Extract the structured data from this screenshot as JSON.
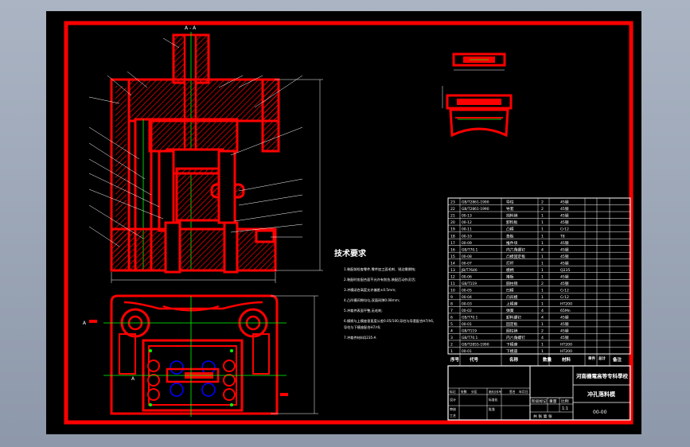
{
  "section_label": "A - A",
  "view_markers": [
    "A",
    "A"
  ],
  "tech_title": "技术要求",
  "tech_notes": [
    "1.装配前检查零件,零件加工面毛刺、锐边需倒钝;",
    "2.装配时各配合面不允许有划伤,装配后动作灵活;",
    "3.冲模闭合高度允许偏差±0.5mm;",
    "4.凸凹模间隙均匀,双面间隙0.08mm;",
    "5.冲裁件表面平整,无毛刺;",
    "6.模柄与上模座垂直度公差0.05/100,导柱与导套配合H7/h6,",
    "   导柱与下模座配合H7/r6;",
    "7.冲裁件材料Q235-A"
  ],
  "bom_rows": [
    {
      "no": "23",
      "code": "GB/T2861-1990",
      "name": "导柱",
      "qty": "2",
      "material": "45钢"
    },
    {
      "no": "22",
      "code": "GB/T2861-1990",
      "name": "导套",
      "qty": "2",
      "material": "45钢"
    },
    {
      "no": "21",
      "code": "00-13",
      "name": "挡料销",
      "qty": "1",
      "material": "45钢"
    },
    {
      "no": "20",
      "code": "00-12",
      "name": "卸料板",
      "qty": "1",
      "material": "45钢"
    },
    {
      "no": "19",
      "code": "00-11",
      "name": "凸模",
      "qty": "1",
      "material": "Cr12"
    },
    {
      "no": "18",
      "code": "00-10",
      "name": "垫板",
      "qty": "1",
      "material": "T8"
    },
    {
      "no": "17",
      "code": "00-09",
      "name": "推件块",
      "qty": "1",
      "material": "45钢"
    },
    {
      "no": "16",
      "code": "GB/T70.1",
      "name": "内六角螺钉",
      "qty": "4",
      "material": "45钢"
    },
    {
      "no": "15",
      "code": "00-08",
      "name": "凸模固定板",
      "qty": "1",
      "material": "45钢"
    },
    {
      "no": "14",
      "code": "00-07",
      "name": "打杆",
      "qty": "1",
      "material": "45钢"
    },
    {
      "no": "13",
      "code": "JB/T7646",
      "name": "模柄",
      "qty": "1",
      "material": "Q235"
    },
    {
      "no": "12",
      "code": "00-06",
      "name": "推板",
      "qty": "1",
      "material": "45钢"
    },
    {
      "no": "11",
      "code": "GB/T119",
      "name": "圆柱销",
      "qty": "2",
      "material": "45钢"
    },
    {
      "no": "10",
      "code": "00-05",
      "name": "凹模",
      "qty": "1",
      "material": "Cr12"
    },
    {
      "no": "9",
      "code": "00-04",
      "name": "凸凹模",
      "qty": "1",
      "material": "Cr12"
    },
    {
      "no": "8",
      "code": "00-03",
      "name": "上模座",
      "qty": "1",
      "material": "HT200"
    },
    {
      "no": "7",
      "code": "00-02",
      "name": "弹簧",
      "qty": "4",
      "material": "65Mn"
    },
    {
      "no": "6",
      "code": "GB/T70.1",
      "name": "卸料螺钉",
      "qty": "4",
      "material": "45钢"
    },
    {
      "no": "5",
      "code": "00-01",
      "name": "固定板",
      "qty": "1",
      "material": "45钢"
    },
    {
      "no": "4",
      "code": "GB/T119",
      "name": "圆柱销",
      "qty": "2",
      "material": "45钢"
    },
    {
      "no": "3",
      "code": "GB/T70.1",
      "name": "内六角螺钉",
      "qty": "4",
      "material": "45钢"
    },
    {
      "no": "2",
      "code": "GB/T2855-1990",
      "name": "下模座",
      "qty": "1",
      "material": "HT200"
    },
    {
      "no": "1",
      "code": "00-01",
      "name": "下模座",
      "qty": "1",
      "material": "HT200"
    }
  ],
  "bom_header": [
    "序号",
    "代号",
    "名称",
    "数量",
    "材料",
    "单件",
    "总计",
    "备注"
  ],
  "title_block": {
    "school": "河南機電高等专科學校",
    "drawing_name": "冲孔落料模",
    "drawing_code": "00-00",
    "scale": "1:1",
    "stage_label": "阶段标记",
    "weight_label": "重量",
    "scale_label": "比例",
    "sheet_label": "共 张 第 张",
    "rev_labels": [
      "标记",
      "处数",
      "分区",
      "更改文件号",
      "签名",
      "年月日"
    ],
    "sign_labels": [
      "设计",
      "标准化",
      "审核",
      "工艺",
      "批准"
    ]
  },
  "colors": {
    "outline": "#ff0000",
    "centerline": "#00ff00",
    "dim": "#ffffff",
    "spring": "#0000ff"
  }
}
